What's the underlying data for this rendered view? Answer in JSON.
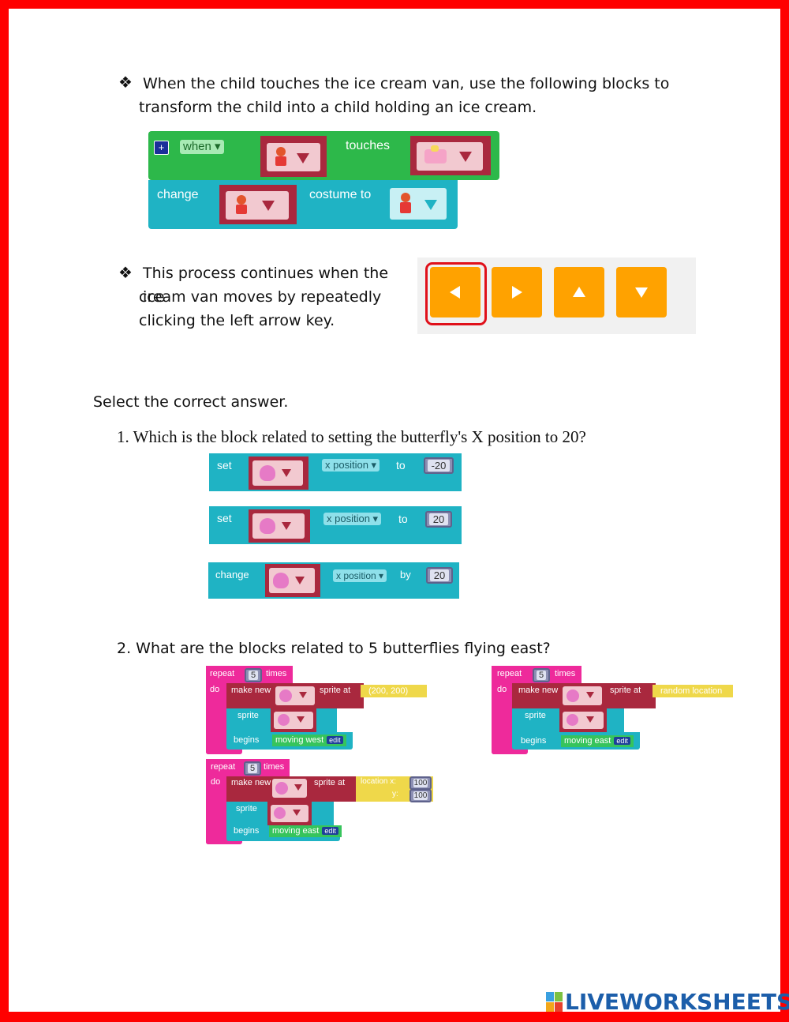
{
  "instructions": {
    "bullet1": "When the child touches the ice cream van, use the following blocks to transform the child into a child holding an ice cream.",
    "bullet1_line1": "When the child touches the ice cream van, use the following blocks to",
    "bullet1_line2": "transform the child into a child holding an ice cream.",
    "bullet2_line1": "This process continues when the ice",
    "bullet2_line2": "cream van moves by repeatedly",
    "bullet2_line3": "clicking the left arrow key."
  },
  "event_block": {
    "plus": "+",
    "when": "when",
    "touches": "touches",
    "change": "change",
    "costume_to": "costume to"
  },
  "arrow_keys": [
    {
      "name": "left-arrow",
      "selected": true
    },
    {
      "name": "right-arrow",
      "selected": false
    },
    {
      "name": "up-arrow",
      "selected": false
    },
    {
      "name": "down-arrow",
      "selected": false
    }
  ],
  "select_heading": "Select the correct answer.",
  "question1": {
    "text": "1.  Which is the block related to setting the butterfly's X position to 20?",
    "options": [
      {
        "verb": "set",
        "property": "x position",
        "connector": "to",
        "value": "-20"
      },
      {
        "verb": "set",
        "property": "x position",
        "connector": "to",
        "value": "20"
      },
      {
        "verb": "change",
        "property": "x position",
        "connector": "by",
        "value": "20"
      }
    ]
  },
  "question2": {
    "text": "2.  What are the blocks related to 5 butterflies flying east?",
    "options": [
      {
        "repeat": "repeat",
        "count": "5",
        "times": "times",
        "do": "do",
        "make_new": "make new",
        "sprite_at": "sprite at",
        "location": "(200, 200)",
        "sprite": "sprite",
        "begins": "begins",
        "behavior": "moving west",
        "edit": "edit"
      },
      {
        "repeat": "repeat",
        "count": "5",
        "times": "times",
        "do": "do",
        "make_new": "make new",
        "sprite_at": "sprite at",
        "location": "random location",
        "sprite": "sprite",
        "begins": "begins",
        "behavior": "moving east",
        "edit": "edit"
      },
      {
        "repeat": "repeat",
        "count": "5",
        "times": "times",
        "do": "do",
        "make_new": "make new",
        "sprite_at": "sprite at",
        "location_x_label": "location x:",
        "location_x": "100",
        "location_y_label": "y:",
        "location_y": "100",
        "sprite": "sprite",
        "begins": "begins",
        "behavior": "moving east",
        "edit": "edit"
      }
    ]
  },
  "logo": {
    "text": "LIVEWORKSHEETS"
  }
}
